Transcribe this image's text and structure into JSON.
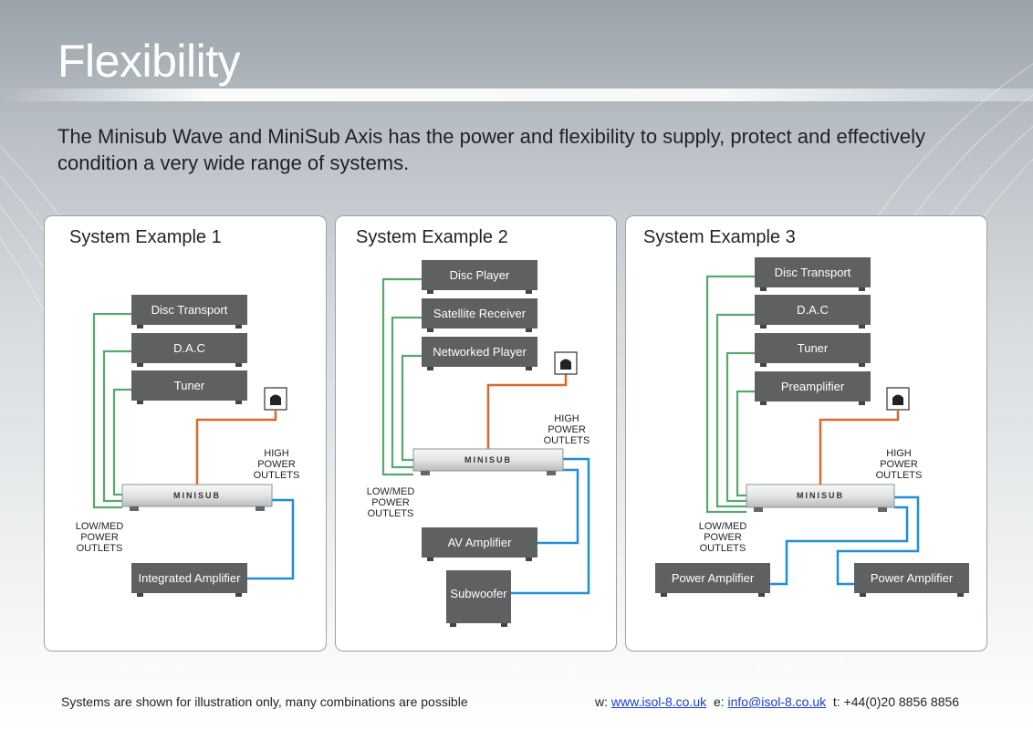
{
  "page": {
    "title": "Flexibility",
    "intro": "The Minisub Wave and MiniSub Axis has the power and flexibility to supply, protect and effectively condition a very wide range of systems."
  },
  "panels": [
    {
      "title": "System Example 1",
      "devices": [
        "Disc Transport",
        "D.A.C",
        "Tuner",
        "Integrated Amplifier"
      ],
      "unit": "MINISUB",
      "high_label": [
        "HIGH",
        "POWER",
        "OUTLETS"
      ],
      "low_label": [
        "LOW/MED",
        "POWER",
        "OUTLETS"
      ]
    },
    {
      "title": "System Example 2",
      "devices": [
        "Disc Player",
        "Satellite Receiver",
        "Networked Player",
        "AV Amplifier",
        "Subwoofer"
      ],
      "unit": "MINISUB",
      "high_label": [
        "HIGH",
        "POWER",
        "OUTLETS"
      ],
      "low_label": [
        "LOW/MED",
        "POWER",
        "OUTLETS"
      ]
    },
    {
      "title": "System Example 3",
      "devices": [
        "Disc Transport",
        "D.A.C",
        "Tuner",
        "Preamplifier",
        "Power Amplifier",
        "Power Amplifier"
      ],
      "unit": "MINISUB",
      "high_label": [
        "HIGH",
        "POWER",
        "OUTLETS"
      ],
      "low_label": [
        "LOW/MED",
        "POWER",
        "OUTLETS"
      ]
    }
  ],
  "footer": {
    "note": "Systems are shown for illustration only, many combinations are possible",
    "web_prefix": "w:",
    "web": "www.isol-8.co.uk",
    "email_prefix": "e:",
    "email": "info@isol-8.co.uk",
    "phone_prefix": "t:",
    "phone": "+44(0)20 8856 8856"
  },
  "colors": {
    "low_power_line": "#56a86e",
    "mains_line": "#d9692b",
    "high_power_line": "#1e8fd6",
    "device": "#5f6060"
  }
}
